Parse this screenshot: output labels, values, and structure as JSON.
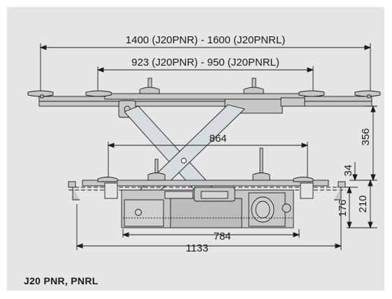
{
  "caption": "J20 PNR, PNRL",
  "dimensions": {
    "overall_width": "1400 (J20PNR) - 1600 (J20PNRL)",
    "pad_span": "923 (J20PNR) - 950 (J20PNRL)",
    "scissor_span": "864",
    "base_length": "784",
    "overall_base": "1133",
    "lift_height": "356",
    "pad_height": "34",
    "total_low": "210",
    "base_height": "176"
  },
  "colors": {
    "panel": "#e6e6e6",
    "body_fill": "#c8c8c8",
    "scissor_fill": "#d6dde0",
    "line": "#1a1a1a"
  }
}
